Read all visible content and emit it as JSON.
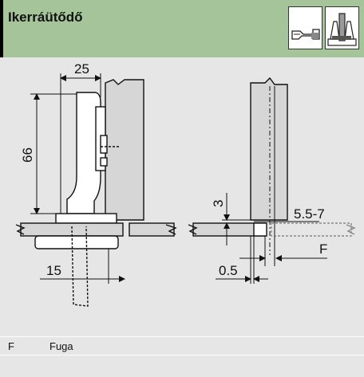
{
  "header": {
    "title": "Ikerráütődő"
  },
  "icons": [
    {
      "name": "hinge-mounting-plate-icon"
    },
    {
      "name": "twin-stop-cross-section-icon"
    }
  ],
  "dimensions": {
    "width_top": "25",
    "height_left": "66",
    "offset_bottom": "15",
    "gap_small": "3",
    "overlap_range": "5.5-7",
    "gap_label": "F",
    "min_gap": "0.5"
  },
  "legend": {
    "items": [
      {
        "key": "F",
        "value": "Fuga"
      }
    ]
  },
  "colors": {
    "header_bg": "#a6c49a",
    "panel_bg": "#e6e6e6",
    "wood": "#d6d6d6"
  }
}
